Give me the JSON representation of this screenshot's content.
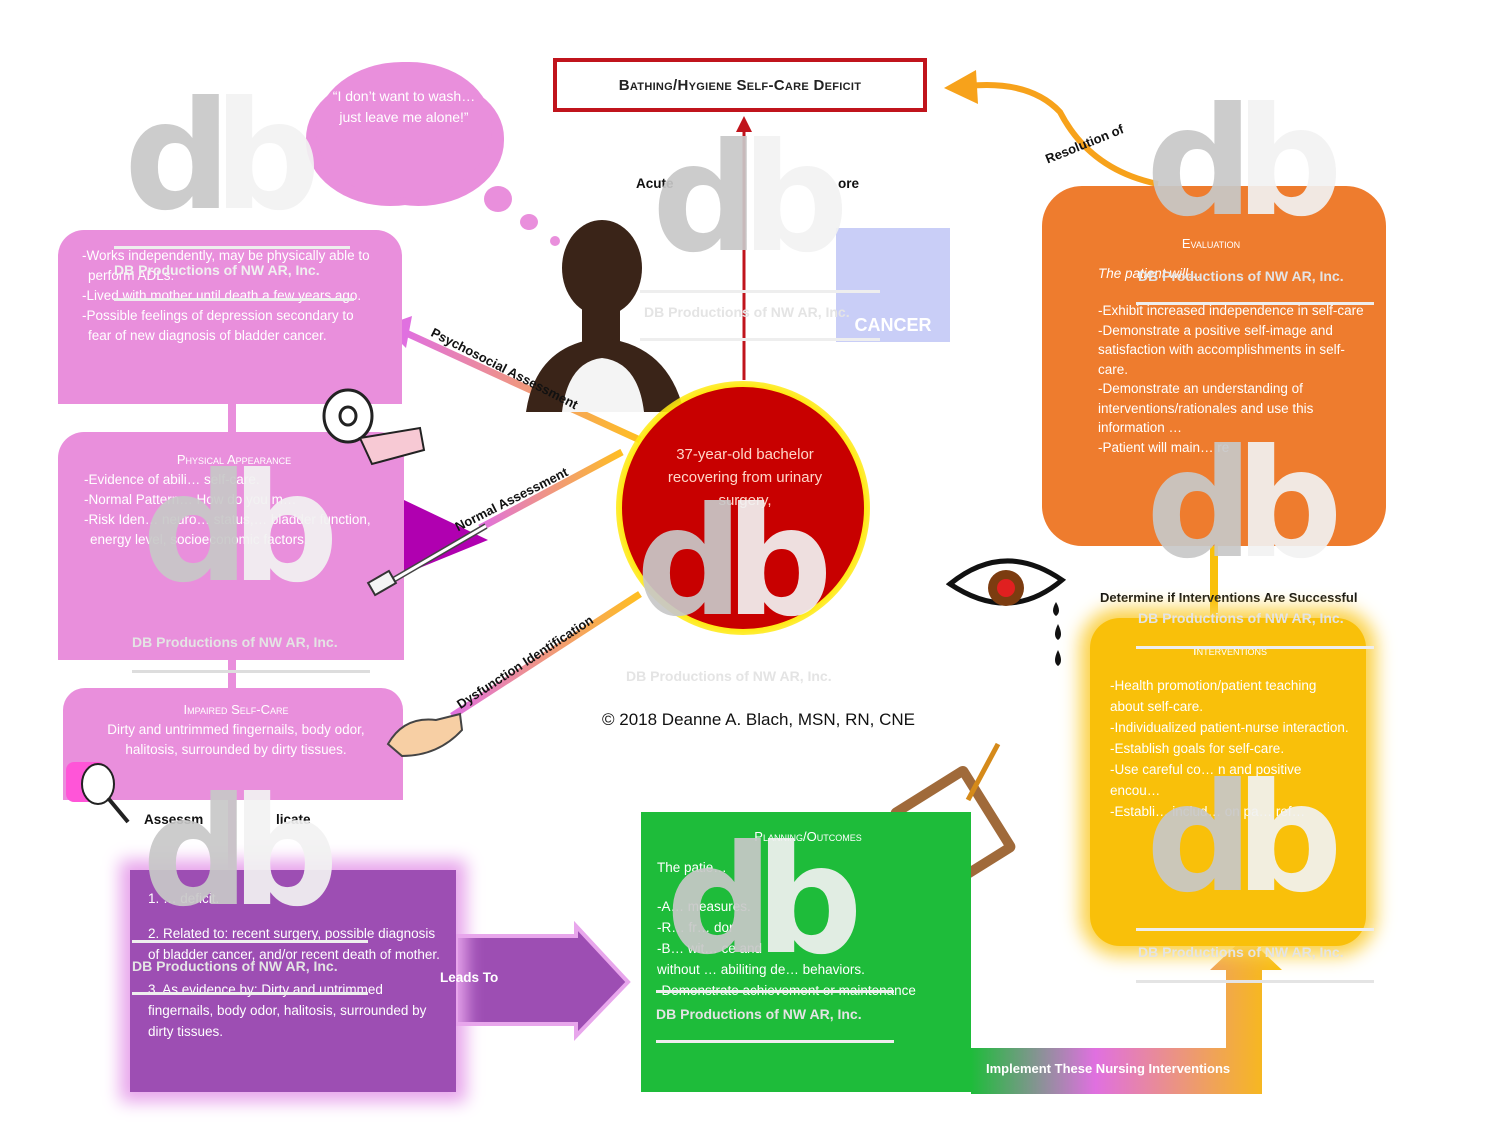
{
  "title": "Bathing/Hygiene Self-Care Deficit",
  "thought_bubble": "“I don’t want to wash… just leave me alone!”",
  "acute_label": "Acute",
  "acute_label_end": "ore",
  "center": "37-year-old bachelor recovering from urinary surgery,",
  "psychosocial_box": {
    "items": [
      "-Works independently, may be physically able to perform ADLs.",
      "-Lived with mother until death a few years ago.",
      "-Possible feelings of depression secondary to fear of new diagnosis of bladder cancer."
    ]
  },
  "physical_box": {
    "heading": "Physical Appearance",
    "items": [
      "-Evidence of abili… self-care.",
      "-Normal Pattern… How do you m…",
      "-Risk Iden… neuro… status,… bladder function, energy level, socioeconomic factors."
    ]
  },
  "impaired_box": {
    "heading": "Impaired Self-Care",
    "text": "Dirty and untrimmed fingernails, body odor, halitosis, surrounded by dirty tissues."
  },
  "assessment_label": "Assessm",
  "assessment_label_end": "licate",
  "diagnosis_box": {
    "item1": "1. … deficit.",
    "item2": "2. Related to: recent surgery, possible diagnosis of bladder cancer, and/or recent death of mother.",
    "item3": "3. As evidence by: Dirty and untrimmed fingernails, body odor, halitosis, surrounded by dirty tissues."
  },
  "leads_to": "Leads To",
  "planning_box": {
    "heading": "Planning/Outcomes",
    "intro": "The patie…",
    "items": [
      "-A… measures.",
      "-R… fr… dor",
      "-B… wit… ce and",
      "without … abiliting de… behaviors.",
      "-Demonstrate achievement or maintenance"
    ]
  },
  "implement_label": "Implement These Nursing Interventions",
  "interventions_box": {
    "heading": "Interventions",
    "items": [
      "-Health promotion/patient teaching about self-care.",
      "-Individualized patient-nurse interaction.",
      "-Establish goals for self-care.",
      "-Use careful co… n and positive encou…",
      "-Establi… includ… on pa… ref…"
    ]
  },
  "determine_label": "Determine if Interventions Are Successful",
  "evaluation_box": {
    "heading": "Evaluation",
    "intro": "The patient will…",
    "items": [
      "-Exhibit increased independence in self-care",
      "-Demonstrate a positive self-image and satisfaction with accomplishments in self-care.",
      "-Demonstrate an understanding of interventions/rationales and use this information …",
      "-Patient will main… re"
    ]
  },
  "resolution_label": "Resolution of",
  "spokes": {
    "psychosocial": "Psychosocial Assessment",
    "normal": "Normal Assessment",
    "dysfunction": "Dysfunction Identification"
  },
  "cancer_label": "CANCER",
  "copyright": "© 2018 Deanne A. Blach, MSN, RN, CNE",
  "watermark": "DB Productions of NW AR, Inc.",
  "watermark_logo": "db",
  "colors": {
    "title_border": "#c0141c",
    "pink": "#e98fdc",
    "center_red": "#c80000",
    "glow_yellow": "#ffe000",
    "orange": "#ee7c2e",
    "yellow": "#f9c00a",
    "green": "#1ebc3a",
    "purple": "#9d4eb3"
  }
}
